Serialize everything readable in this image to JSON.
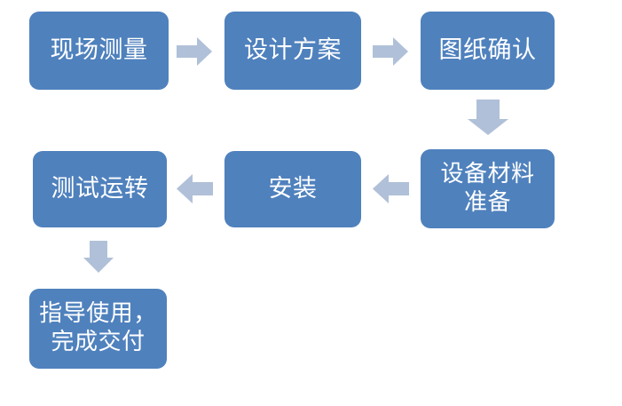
{
  "diagram": {
    "type": "flowchart",
    "title": "",
    "orientation": "serpentine-left-to-right-then-right-to-left",
    "background_color": "#ffffff",
    "node_color": "#4f81bd",
    "node_text_color": "#ffffff",
    "arrow_color": "#b0c0d8",
    "nodes": [
      {
        "id": "survey",
        "label": "现场测量",
        "row": 1,
        "order": 1
      },
      {
        "id": "design",
        "label": "设计方案",
        "row": 1,
        "order": 2
      },
      {
        "id": "drawing",
        "label": "图纸确认",
        "row": 1,
        "order": 3
      },
      {
        "id": "material",
        "label": "设备材料\n准备",
        "row": 2,
        "order": 1
      },
      {
        "id": "install",
        "label": "安装",
        "row": 2,
        "order": 2
      },
      {
        "id": "test",
        "label": "测试运转",
        "row": 2,
        "order": 3
      },
      {
        "id": "handover",
        "label": "指导使用，\n完成交付",
        "row": 3,
        "order": 1
      }
    ],
    "connectors": [
      {
        "id": "c1",
        "from": "survey",
        "to": "design",
        "direction": "right"
      },
      {
        "id": "c2",
        "from": "design",
        "to": "drawing",
        "direction": "right"
      },
      {
        "id": "c3",
        "from": "drawing",
        "to": "material",
        "direction": "down"
      },
      {
        "id": "c4",
        "from": "material",
        "to": "install",
        "direction": "left"
      },
      {
        "id": "c5",
        "from": "install",
        "to": "test",
        "direction": "left"
      },
      {
        "id": "c6",
        "from": "test",
        "to": "handover",
        "direction": "down"
      }
    ]
  }
}
